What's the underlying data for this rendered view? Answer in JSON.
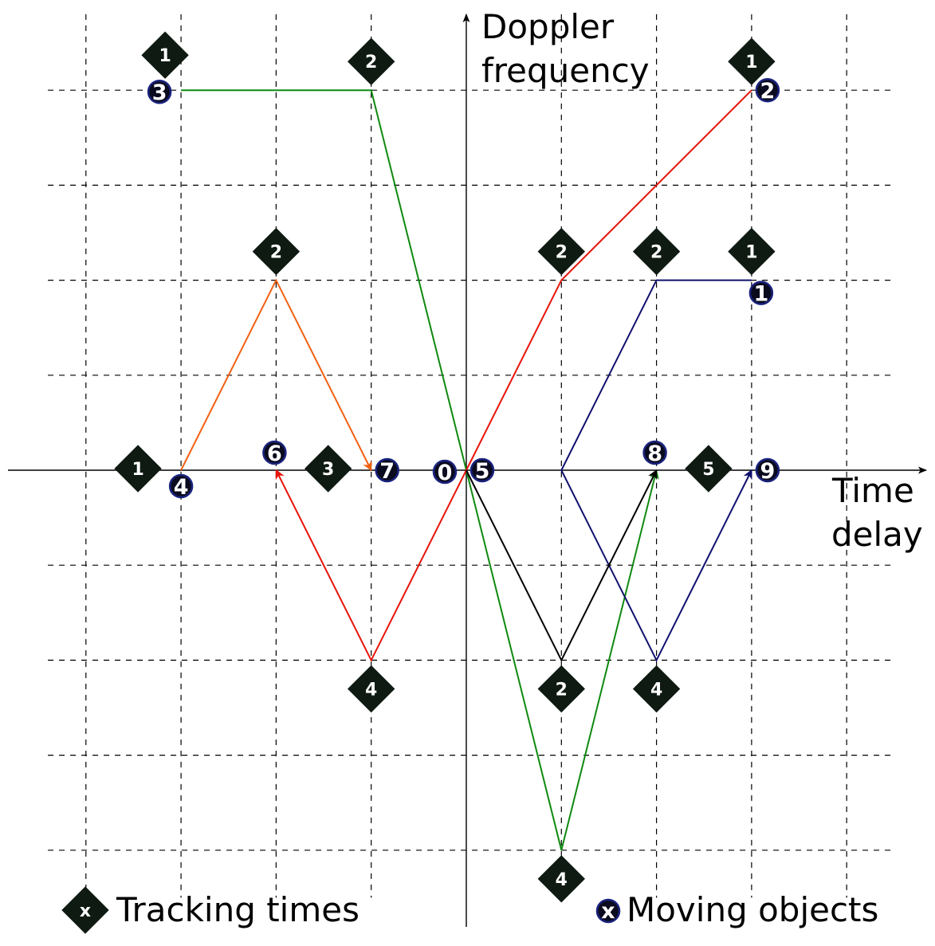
{
  "axes": {
    "y_label_line1": "Doppler",
    "y_label_line2": "frequency",
    "x_label_line1": "Time",
    "x_label_line2": "delay"
  },
  "grid": {
    "x_lines": [
      -4,
      -3,
      -2,
      -1,
      1,
      2,
      3,
      4
    ],
    "y_lines": [
      4,
      3,
      2,
      1,
      -1,
      -2,
      -3,
      -4
    ],
    "x_range": [
      -4.4,
      4.5
    ],
    "y_range": [
      -4.5,
      4.8
    ]
  },
  "colors": {
    "green": "#0f8a0f",
    "red": "#e8140a",
    "orange": "#f06010",
    "navy": "#10106e",
    "black": "#000000"
  },
  "paths": [
    {
      "color": "green",
      "points": [
        [
          -3,
          4
        ],
        [
          -1,
          4
        ],
        [
          0,
          0
        ],
        [
          1,
          -4
        ],
        [
          2,
          0
        ]
      ],
      "arrow": true
    },
    {
      "color": "orange",
      "points": [
        [
          -3,
          0
        ],
        [
          -2,
          2
        ],
        [
          -1,
          0
        ]
      ],
      "arrow": true
    },
    {
      "color": "red",
      "points": [
        [
          3,
          4
        ],
        [
          1,
          2
        ],
        [
          0,
          0
        ],
        [
          -1,
          -2
        ],
        [
          -2,
          0
        ]
      ],
      "arrow": true
    },
    {
      "color": "navy",
      "points": [
        [
          3,
          2
        ],
        [
          2,
          2
        ],
        [
          1,
          0
        ],
        [
          2,
          -2
        ],
        [
          3,
          0
        ]
      ],
      "arrow": true
    },
    {
      "color": "black",
      "points": [
        [
          0,
          0
        ],
        [
          1,
          -2
        ],
        [
          2,
          0
        ]
      ],
      "arrow": true
    }
  ],
  "tracking_markers": [
    {
      "label": "1",
      "x": -3,
      "y": 4,
      "placement": "above-left"
    },
    {
      "label": "2",
      "x": -1,
      "y": 4,
      "placement": "above"
    },
    {
      "label": "1",
      "x": 3,
      "y": 4,
      "placement": "above"
    },
    {
      "label": "2",
      "x": -2,
      "y": 2,
      "placement": "above"
    },
    {
      "label": "2",
      "x": 1,
      "y": 2,
      "placement": "above"
    },
    {
      "label": "2",
      "x": 2,
      "y": 2,
      "placement": "above"
    },
    {
      "label": "1",
      "x": 3,
      "y": 2,
      "placement": "above"
    },
    {
      "label": "1",
      "x": -3,
      "y": 0,
      "placement": "left"
    },
    {
      "label": "3",
      "x": -1,
      "y": 0,
      "placement": "left"
    },
    {
      "label": "5",
      "x": 3,
      "y": 0,
      "placement": "left"
    },
    {
      "label": "4",
      "x": -1,
      "y": -2,
      "placement": "below"
    },
    {
      "label": "2",
      "x": 1,
      "y": -2,
      "placement": "below"
    },
    {
      "label": "4",
      "x": 2,
      "y": -2,
      "placement": "below"
    },
    {
      "label": "4",
      "x": 1,
      "y": -4,
      "placement": "below"
    }
  ],
  "object_markers": [
    {
      "label": "3",
      "x": -3,
      "y": 4,
      "placement": "left"
    },
    {
      "label": "2",
      "x": 3,
      "y": 4,
      "placement": "right"
    },
    {
      "label": "1",
      "x": 3,
      "y": 2,
      "placement": "below-right"
    },
    {
      "label": "4",
      "x": -3,
      "y": 0,
      "placement": "below"
    },
    {
      "label": "6",
      "x": -2,
      "y": 0,
      "placement": "above"
    },
    {
      "label": "7",
      "x": -1,
      "y": 0,
      "placement": "right"
    },
    {
      "label": "0",
      "x": 0,
      "y": 0,
      "placement": "left"
    },
    {
      "label": "5",
      "x": 0,
      "y": 0,
      "placement": "right"
    },
    {
      "label": "8",
      "x": 2,
      "y": 0,
      "placement": "above"
    },
    {
      "label": "9",
      "x": 3,
      "y": 0,
      "placement": "right"
    }
  ],
  "legend": {
    "tracking_symbol": "x",
    "tracking_label": "Tracking times",
    "objects_symbol": "x",
    "objects_label": "Moving objects"
  }
}
